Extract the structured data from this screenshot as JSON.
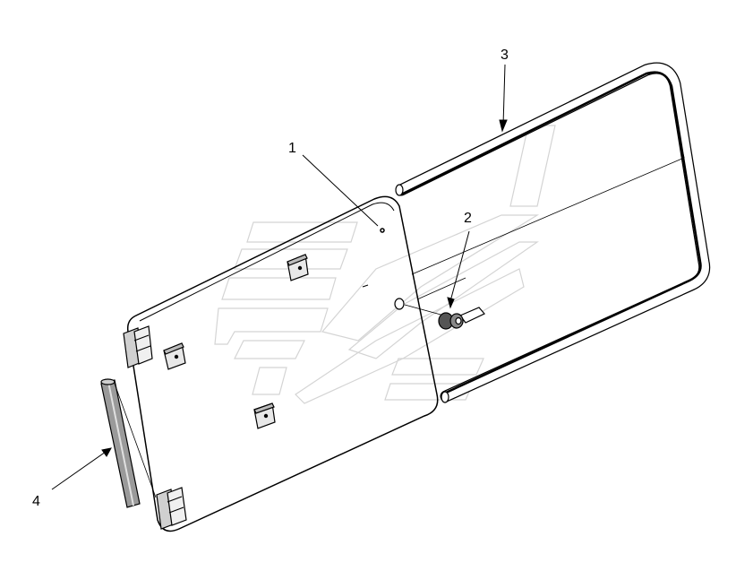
{
  "callouts": [
    {
      "id": "1",
      "label": "1"
    },
    {
      "id": "2",
      "label": "2"
    },
    {
      "id": "3",
      "label": "3"
    },
    {
      "id": "4",
      "label": "4"
    }
  ],
  "colors": {
    "line": "#000000",
    "watermark": "#d9d9d9",
    "background": "#ffffff"
  }
}
